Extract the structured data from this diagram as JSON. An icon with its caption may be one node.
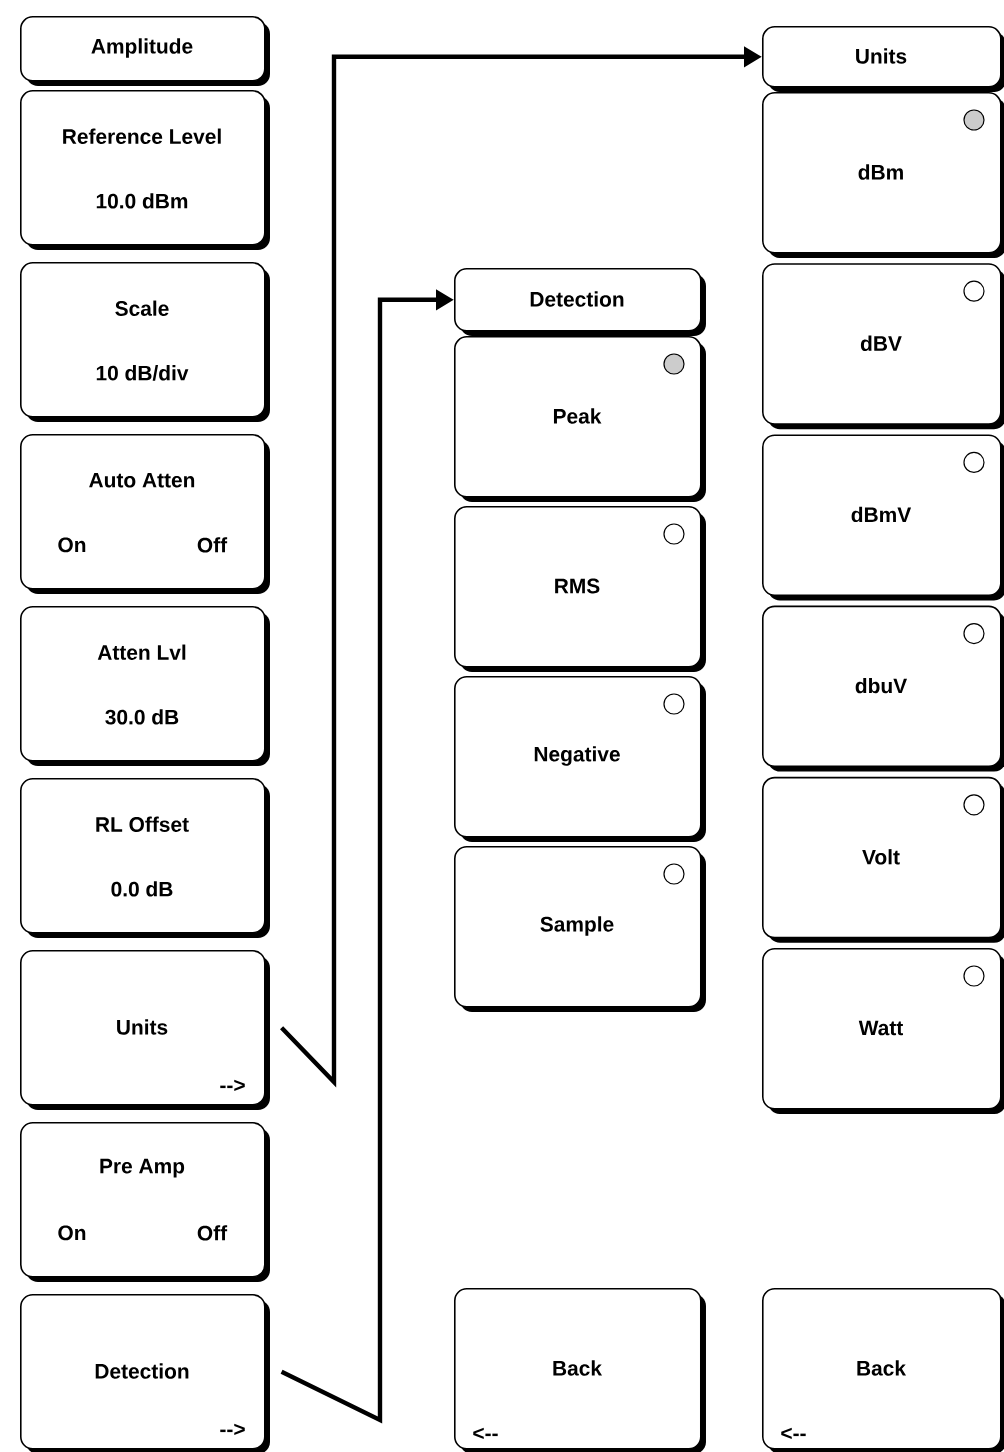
{
  "diagram": {
    "nodes": [
      {
        "text": [
          "Amplitude"
        ]
      },
      {
        "text": [
          "Reference Level",
          "10.0 dBm"
        ]
      },
      {
        "text": [
          "Scale",
          "10 dB/div"
        ]
      },
      {
        "text": [
          "Auto Atten",
          "On",
          "Off"
        ]
      },
      {
        "text": [
          "Atten Lvl",
          "30.0 dB"
        ]
      },
      {
        "text": [
          "RL Offset",
          "0.0 dB"
        ]
      },
      {
        "text": [
          "Units",
          "-->"
        ]
      },
      {
        "text": [
          "Pre Amp",
          "On",
          "Off"
        ]
      },
      {
        "text": [
          "Detection",
          "-->"
        ]
      },
      {
        "text": [
          "Detection"
        ]
      },
      {
        "text": [
          "Peak"
        ]
      },
      {
        "text": [
          "RMS"
        ]
      },
      {
        "text": [
          "Negative"
        ]
      },
      {
        "text": [
          "Sample"
        ]
      },
      {
        "text": [
          "Back",
          "<--"
        ]
      },
      {
        "text": [
          "Units"
        ]
      },
      {
        "text": [
          "dBm"
        ]
      },
      {
        "text": [
          "dBV"
        ]
      },
      {
        "text": [
          "dBmV"
        ]
      },
      {
        "text": [
          "dbuV"
        ]
      },
      {
        "text": [
          "Volt"
        ]
      },
      {
        "text": [
          "Watt"
        ]
      },
      {
        "text": [
          "Back",
          "<--"
        ]
      }
    ],
    "edges": [
      {
        "from": 6,
        "to": 15,
        "arrow": "to"
      },
      {
        "from": 8,
        "to": 9,
        "arrow": "to"
      }
    ]
  }
}
